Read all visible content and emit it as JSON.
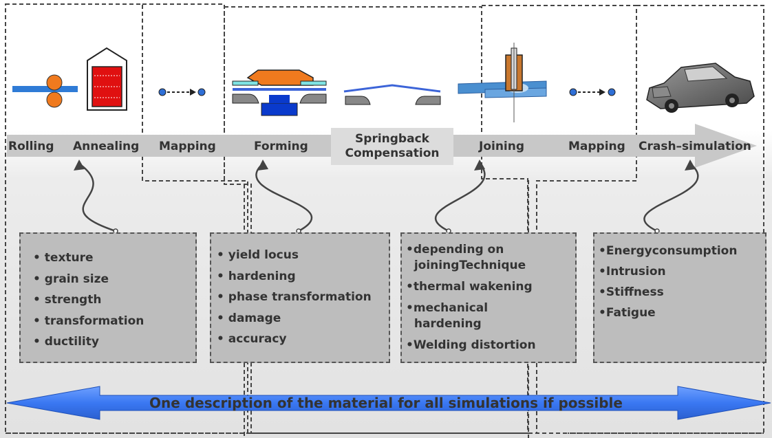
{
  "stages": {
    "rolling": "Rolling",
    "annealing": "Annealing",
    "mapping_1": "Mapping",
    "forming": "Forming",
    "springback_line1": "Springback",
    "springback_line2": "Compensation",
    "joining": "Joining",
    "mapping_2": "Mapping",
    "crash": "Crash–simulation"
  },
  "boxes": {
    "material": [
      "• texture",
      "• grain size",
      "• strength",
      "• transformation",
      "• ductility"
    ],
    "forming": [
      "• yield locus",
      "• hardening",
      "• phase transformation",
      "• damage",
      "• accuracy"
    ],
    "joining": [
      "•depending on",
      "  joiningTechnique",
      "•thermal wakening",
      "•mechanical",
      "  hardening",
      "•Welding distortion"
    ],
    "crash": [
      "•Energyconsumption",
      "•Intrusion",
      "•Stiffness",
      "•Fatigue"
    ]
  },
  "footer": "One description of the material for all simulations if possible",
  "colors": {
    "arrow_gray": "#c8c8c8",
    "box_gray": "#bdbdbd",
    "footer_blue": "#3a78f2",
    "roll_orange": "#f07a1e",
    "furnace_red": "#e01010",
    "mapping_blue": "#2f6fd6",
    "sheet_blue": "#3c64d8"
  }
}
